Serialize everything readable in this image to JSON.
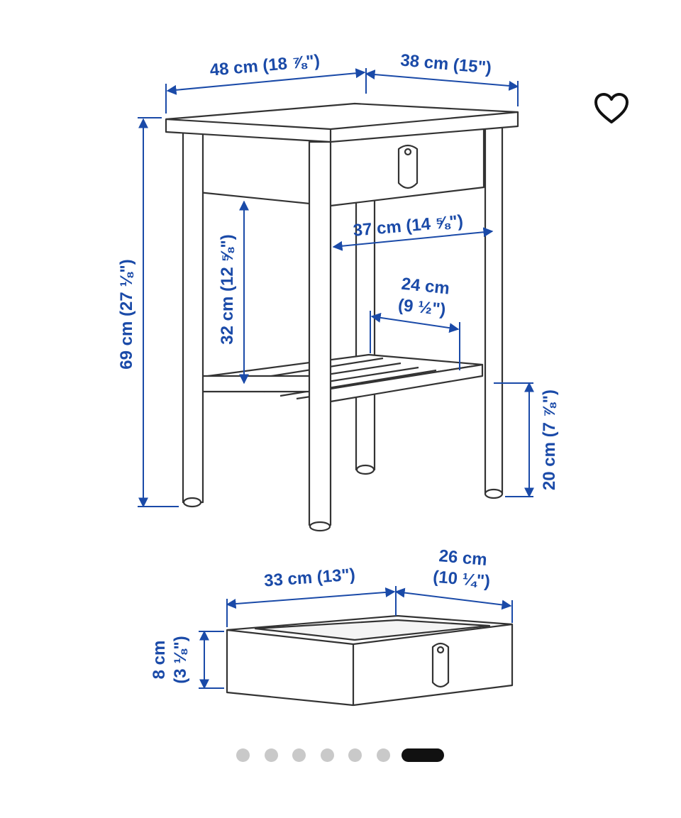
{
  "dimensions": {
    "width": "48 cm (18 ⅞\")",
    "depth": "38 cm (15\")",
    "height": "69 cm (27 ⅛\")",
    "shelf_clearance": "32 cm (12 ⅝\")",
    "inner_width": "37 cm (14 ⅝\")",
    "shelf_depth_line1": "24 cm",
    "shelf_depth_line2": "(9 ½\")",
    "shelf_height": "20 cm (7 ⅞\")",
    "drawer_width": "33 cm (13\")",
    "drawer_depth_line1": "26 cm",
    "drawer_depth_line2": "(10 ¼\")",
    "drawer_height_line1": "8 cm",
    "drawer_height_line2": "(3 ⅛\")"
  },
  "icons": {
    "favorite": "heart-outline-icon"
  },
  "colors": {
    "dimension": "#1a4aa8",
    "line_art": "#333333",
    "active_dot": "#111111",
    "inactive_dot": "#c9c9c9"
  },
  "carousel": {
    "total": 7,
    "active_index": 6
  }
}
